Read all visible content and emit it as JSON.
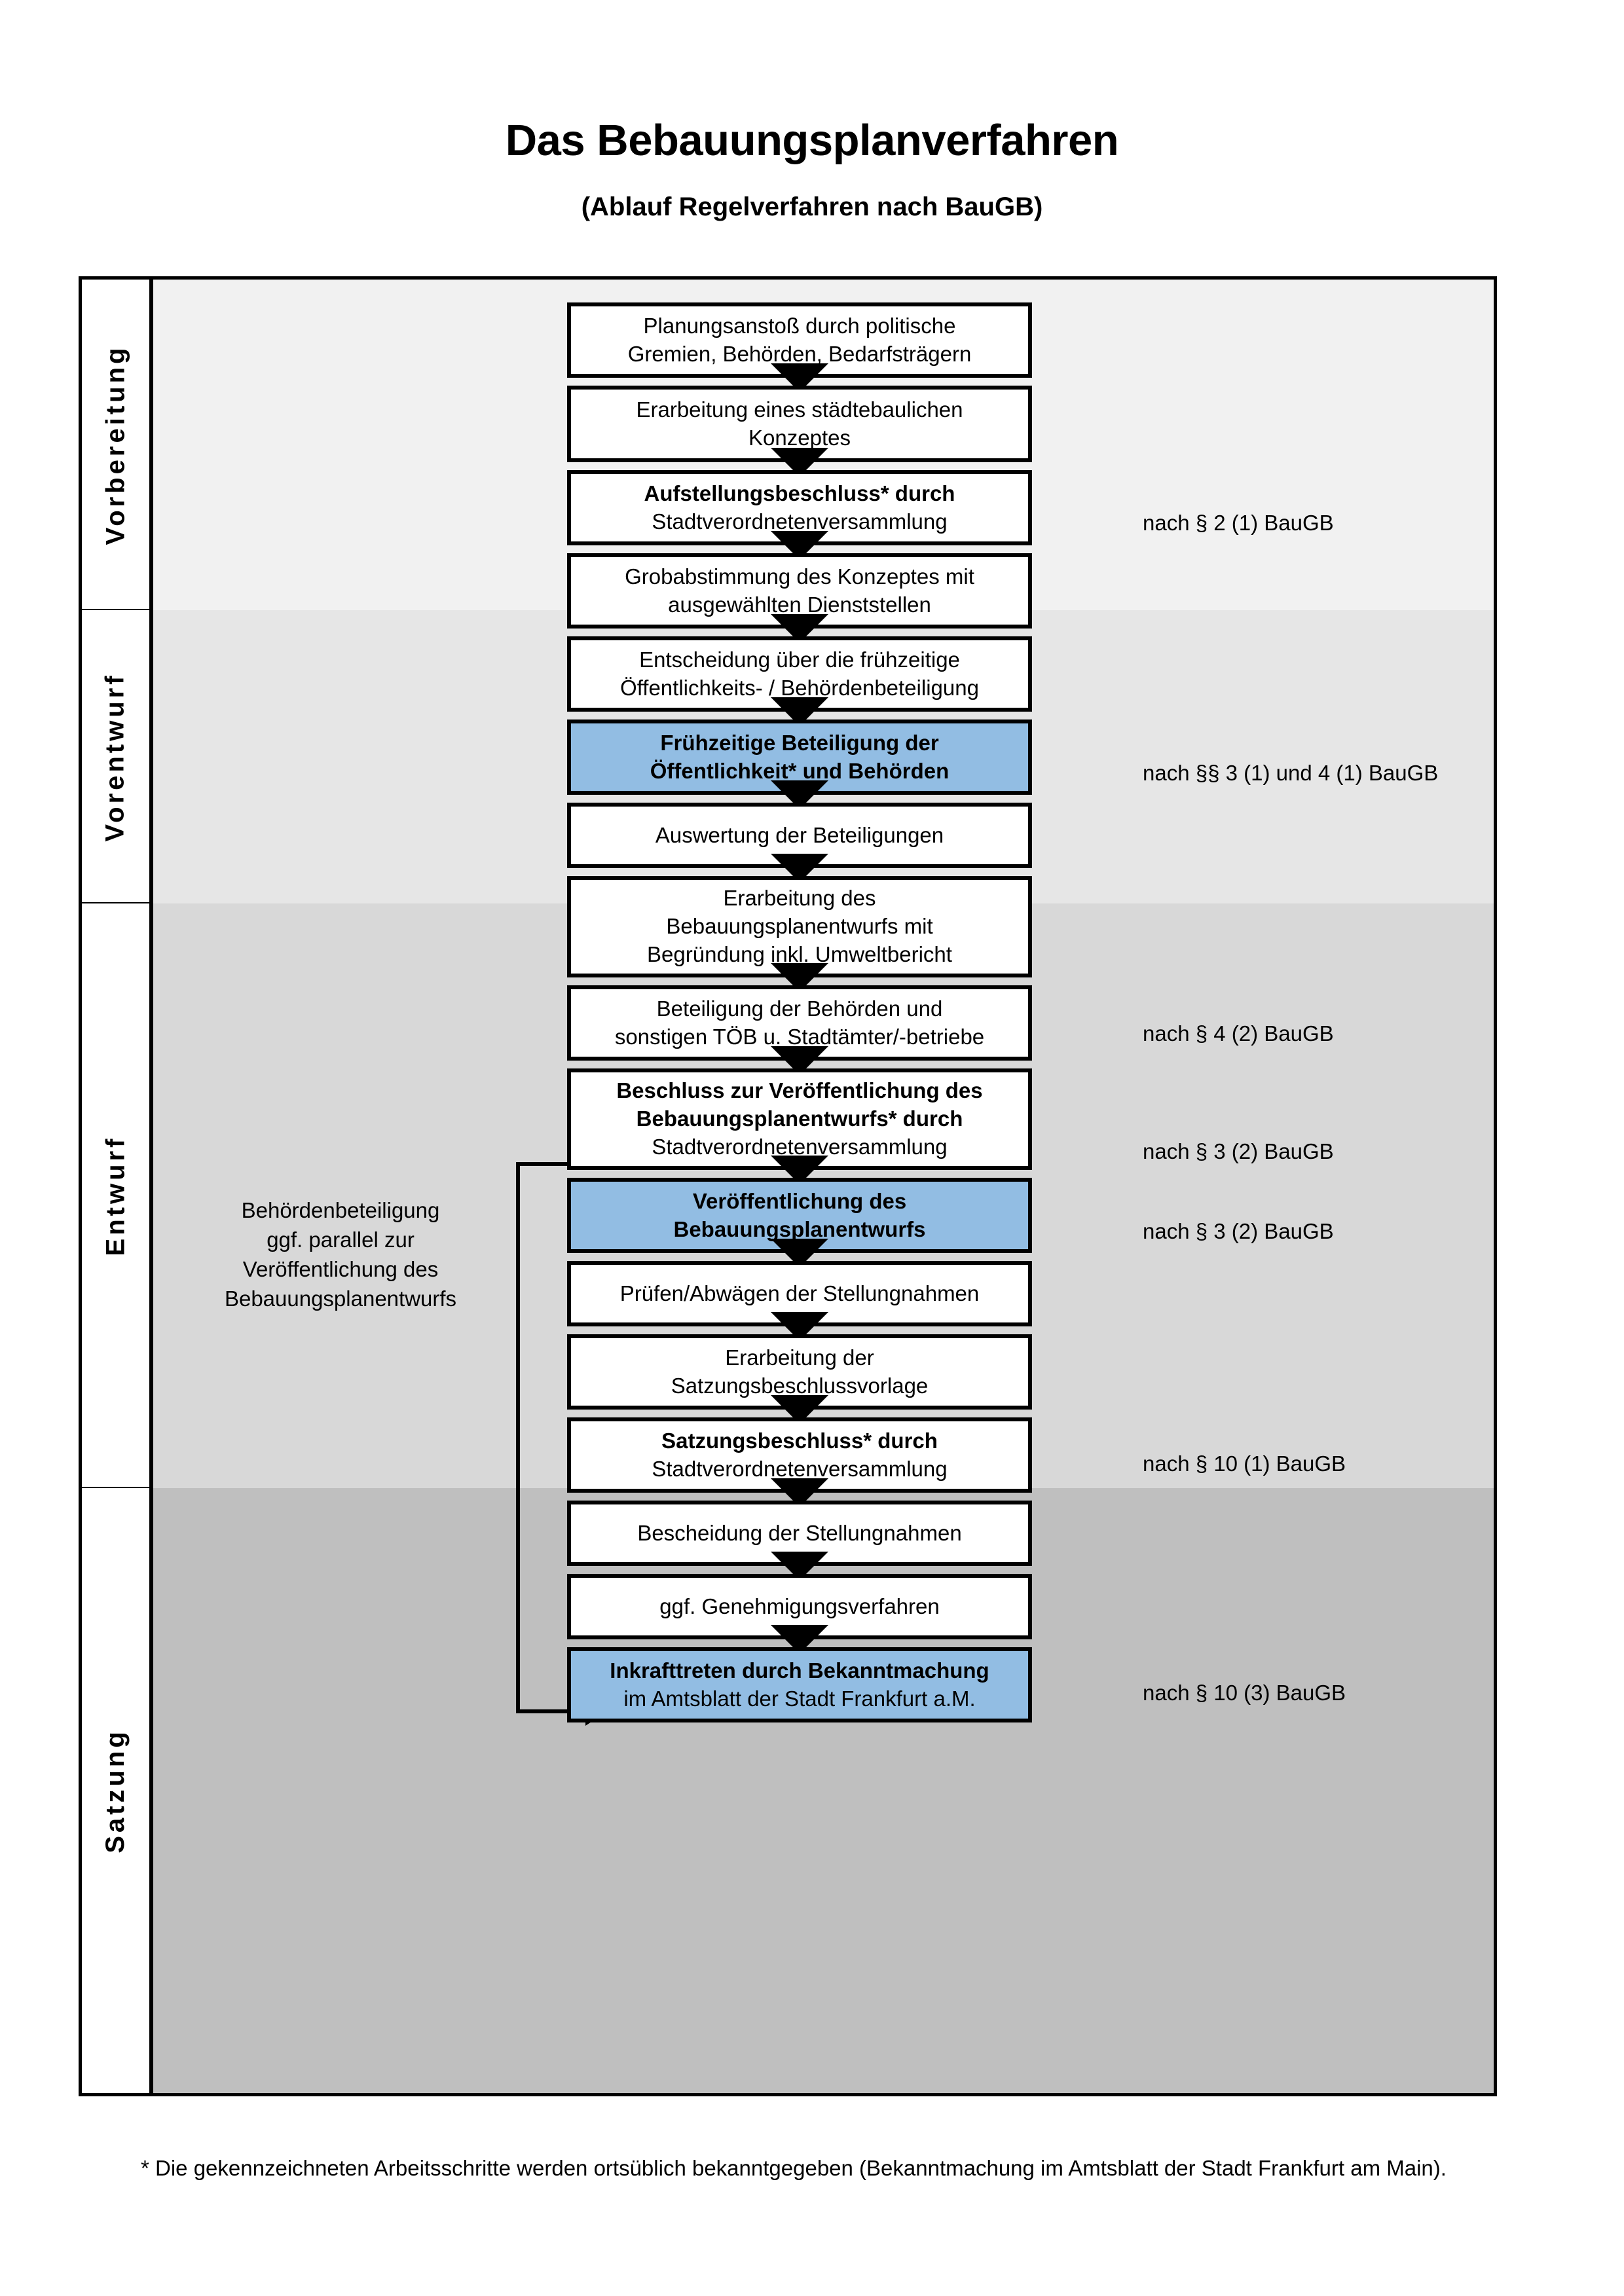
{
  "header": {
    "title": "Das Bebauungsplanverfahren",
    "subtitle": "(Ablauf Regelverfahren nach BauGB)"
  },
  "phases": [
    {
      "label": "Vorbereitung"
    },
    {
      "label": "Vorentwurf"
    },
    {
      "label": "Entwurf"
    },
    {
      "label": "Satzung"
    }
  ],
  "steps": [
    {
      "id": "planungsanstoss",
      "lines": [
        "Planungsanstoß durch politische",
        "Gremien, Behörden, Bedarfsträgern"
      ],
      "bold": [
        false,
        false
      ],
      "highlight": false
    },
    {
      "id": "staedtebauliches-konzept",
      "lines": [
        "Erarbeitung eines städtebaulichen",
        "Konzeptes"
      ],
      "bold": [
        false,
        false
      ],
      "highlight": false
    },
    {
      "id": "aufstellungsbeschluss",
      "lines": [
        "Aufstellungsbeschluss* durch",
        "Stadtverordnetenversammlung"
      ],
      "bold": [
        true,
        false
      ],
      "highlight": false
    },
    {
      "id": "grobabstimmung",
      "lines": [
        "Grobabstimmung des Konzeptes mit",
        "ausgewählten Dienststellen"
      ],
      "bold": [
        false,
        false
      ],
      "highlight": false
    },
    {
      "id": "entscheidung-fruehzeitige",
      "lines": [
        "Entscheidung über die frühzeitige",
        "Öffentlichkeits- / Behördenbeteiligung"
      ],
      "bold": [
        false,
        false
      ],
      "highlight": false
    },
    {
      "id": "fruehzeitige-beteiligung",
      "lines": [
        "Frühzeitige Beteiligung der",
        "Öffentlichkeit* und Behörden"
      ],
      "bold": [
        true,
        true
      ],
      "highlight": true
    },
    {
      "id": "auswertung-beteiligungen",
      "lines": [
        "Auswertung der Beteiligungen"
      ],
      "bold": [
        false
      ],
      "highlight": false
    },
    {
      "id": "erarbeitung-entwurf",
      "lines": [
        "Erarbeitung des",
        "Bebauungsplanentwurfs mit",
        "Begründung inkl. Umweltbericht"
      ],
      "bold": [
        false,
        false,
        false
      ],
      "highlight": false
    },
    {
      "id": "beteiligung-behoerden",
      "lines": [
        "Beteiligung der Behörden und",
        "sonstigen TÖB u. Stadtämter/-betriebe"
      ],
      "bold": [
        false,
        false
      ],
      "highlight": false
    },
    {
      "id": "beschluss-veroeffentlichung",
      "lines": [
        "Beschluss zur Veröffentlichung des",
        "Bebauungsplanentwurfs* durch",
        "Stadtverordnetenversammlung"
      ],
      "bold": [
        true,
        true,
        false
      ],
      "highlight": false
    },
    {
      "id": "veroeffentlichung-entwurf",
      "lines": [
        "Veröffentlichung des",
        "Bebauungsplanentwurfs"
      ],
      "bold": [
        true,
        true
      ],
      "highlight": true
    },
    {
      "id": "pruefen-abwaegen",
      "lines": [
        "Prüfen/Abwägen der Stellungnahmen"
      ],
      "bold": [
        false
      ],
      "highlight": false
    },
    {
      "id": "erarbeitung-satzungsvorlage",
      "lines": [
        "Erarbeitung der",
        "Satzungsbeschlussvorlage"
      ],
      "bold": [
        false,
        false
      ],
      "highlight": false
    },
    {
      "id": "satzungsbeschluss",
      "lines": [
        "Satzungsbeschluss* durch",
        "Stadtverordnetenversammlung"
      ],
      "bold": [
        true,
        false
      ],
      "highlight": false
    },
    {
      "id": "bescheidung-stellungnahmen",
      "lines": [
        "Bescheidung der Stellungnahmen"
      ],
      "bold": [
        false
      ],
      "highlight": false
    },
    {
      "id": "genehmigungsverfahren",
      "lines": [
        "ggf. Genehmigungsverfahren"
      ],
      "bold": [
        false
      ],
      "highlight": false
    },
    {
      "id": "inkrafttreten",
      "lines": [
        "Inkrafttreten durch Bekanntmachung",
        "im Amtsblatt der Stadt Frankfurt a.M."
      ],
      "bold": [
        true,
        false
      ],
      "highlight": true
    }
  ],
  "law_refs": [
    {
      "id": "ref-aufstellungsbeschluss",
      "text": "nach § 2 (1) BauGB"
    },
    {
      "id": "ref-fruehzeitige",
      "text": "nach §§ 3 (1) und 4 (1) BauGB"
    },
    {
      "id": "ref-behoerden",
      "text": "nach § 4 (2) BauGB"
    },
    {
      "id": "ref-beschluss",
      "text": "nach § 3 (2) BauGB"
    },
    {
      "id": "ref-veroeffentlichung",
      "text": "nach § 3 (2) BauGB"
    },
    {
      "id": "ref-satzungsbeschluss",
      "text": "nach § 10 (1) BauGB"
    },
    {
      "id": "ref-inkrafttreten",
      "text": "nach § 10 (3) BauGB"
    }
  ],
  "side_note": {
    "lines": [
      "Behördenbeteiligung",
      "ggf. parallel zur",
      "Veröffentlichung des",
      "Bebauungsplanentwurfs"
    ]
  },
  "footnote": {
    "text": "* Die gekennzeichneten Arbeitsschritte werden ortsüblich bekanntgegeben (Bekanntmachung im Amtsblatt  der Stadt Frankfurt am Main)."
  },
  "colors": {
    "highlight_fill": "#92BDE3",
    "band_1": "#F1F1F1",
    "band_2": "#E6E6E6",
    "band_3": "#D8D8D8",
    "band_4": "#BFBFBF",
    "outline": "#000000"
  }
}
